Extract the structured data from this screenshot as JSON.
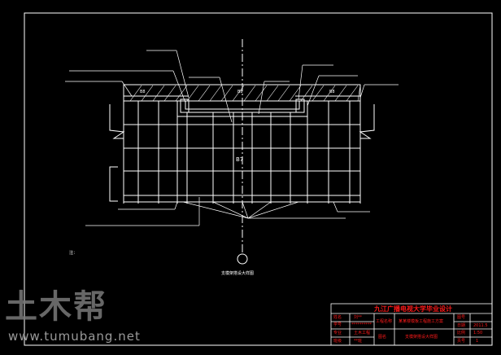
{
  "drawing": {
    "labels": {
      "slab_left": "B8",
      "slab_mid": "B8",
      "slab_right": "B8",
      "center": "B7"
    },
    "note": "注：",
    "detail_caption": "支模架搭设大样图"
  },
  "title_block": {
    "title": "九江广播电视大学毕业设计",
    "rows": [
      {
        "label": "姓名",
        "value": "刘**"
      },
      {
        "label": "学号",
        "value": "**********"
      },
      {
        "label": "专业",
        "value": "土木工程"
      },
      {
        "label": "班级",
        "value": "**班"
      }
    ],
    "project_label": "工程名称",
    "project_value": "某某楼模板工程施工方案",
    "drawing_label": "图名",
    "drawing_value": "支模架搭设大样图",
    "right_rows": [
      {
        "label": "图号",
        "value": ""
      },
      {
        "label": "日期",
        "value": "2011.5"
      },
      {
        "label": "比例",
        "value": "1:50"
      },
      {
        "label": "页号",
        "value": "1"
      }
    ]
  },
  "watermark": {
    "logo": "土木帮",
    "url": "www.tumubang.net"
  },
  "colors": {
    "line": "#ffffff",
    "titleblock": "#ff1a1a",
    "background": "#000000"
  }
}
